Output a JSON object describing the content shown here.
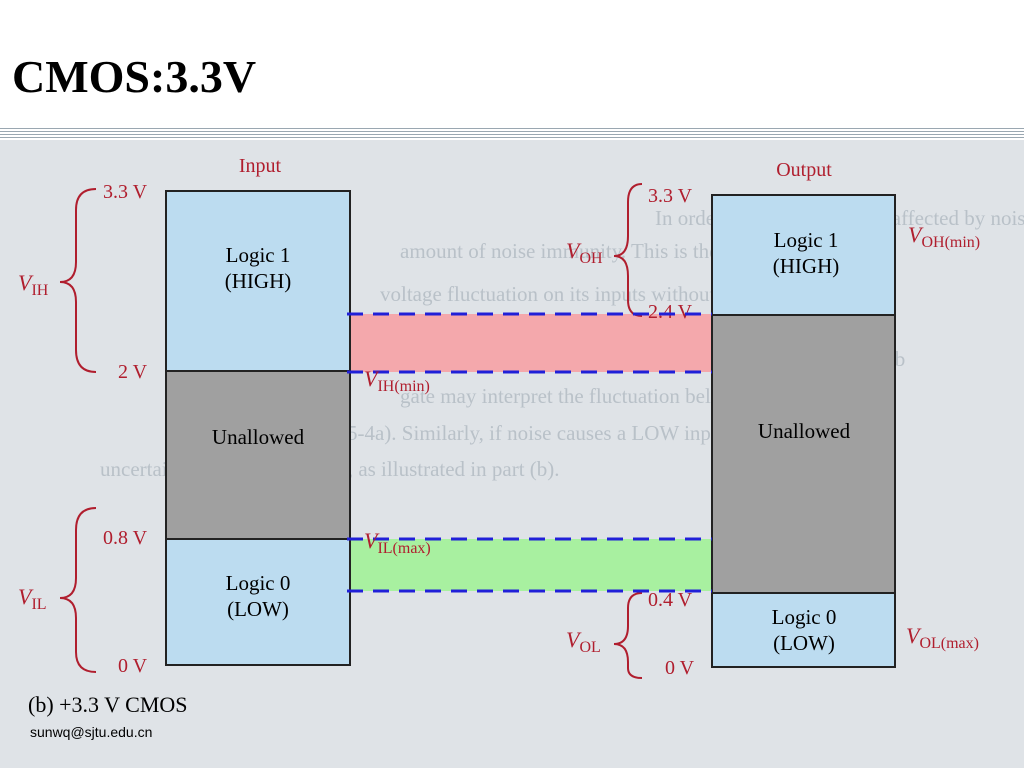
{
  "title": "CMOS:3.3V",
  "footer": "sunwq@sjtu.edu.cn",
  "caption": "(b)  +3.3 V CMOS",
  "colors": {
    "red_label": "#b01e2e",
    "blue_box": "#bcdcf0",
    "gray_box": "#a0a0a0",
    "pink_band": "#f4a8ac",
    "green_band": "#a8f0a0",
    "dash_blue": "#2020d8"
  },
  "input": {
    "heading": "Input",
    "ticks": [
      "3.3 V",
      "2 V",
      "0.8 V",
      "0 V"
    ],
    "logic1": [
      "Logic 1",
      "(HIGH)"
    ],
    "unallowed": "Unallowed",
    "logic0": [
      "Logic 0",
      "(LOW)"
    ],
    "vih": {
      "main": "V",
      "sub": "IH"
    },
    "vil": {
      "main": "V",
      "sub": "IL"
    }
  },
  "output": {
    "heading": "Output",
    "ticks": [
      "3.3 V",
      "2.4 V",
      "0.4 V",
      "0 V"
    ],
    "logic1": [
      "Logic 1",
      "(HIGH)"
    ],
    "unallowed": "Unallowed",
    "logic0": [
      "Logic 0",
      "(LOW)"
    ],
    "voh": {
      "main": "V",
      "sub": "OH"
    },
    "vol": {
      "main": "V",
      "sub": "OL"
    },
    "voh_min": {
      "main": "V",
      "sub": "OH(min)"
    },
    "vol_max": {
      "main": "V",
      "sub": "OL(max)"
    }
  },
  "margins": {
    "vih_min": {
      "main": "V",
      "sub": "IH(min)"
    },
    "vil_max": {
      "main": "V",
      "sub": "IL(max)"
    }
  }
}
